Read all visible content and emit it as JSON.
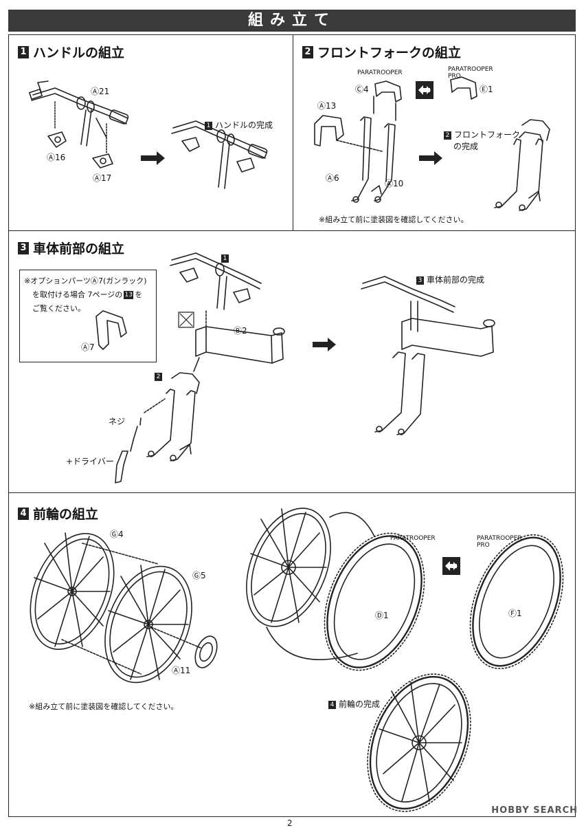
{
  "title": "組み立て",
  "step1": {
    "number": "1",
    "title": "ハンドルの組立",
    "parts": {
      "a21": "Ⓐ21",
      "a16": "Ⓐ16",
      "a17": "Ⓐ17"
    },
    "complete_num": "1",
    "complete_label": "ハンドルの完成"
  },
  "step2": {
    "number": "2",
    "title": "フロントフォークの組立",
    "variant1": "PARATROOPER",
    "variant2_line1": "PARATROOPER",
    "variant2_line2": "PRO",
    "parts": {
      "c4": "Ⓒ4",
      "e1": "Ⓔ1",
      "a13": "Ⓐ13",
      "a6": "Ⓐ6",
      "a10": "Ⓐ10"
    },
    "complete_num": "2",
    "complete_line1": "フロントフォーク",
    "complete_line2": "の完成",
    "note": "※組み立て前に塗装図を確認してください。"
  },
  "step3": {
    "number": "3",
    "title": "車体前部の組立",
    "callout_line1": "※オプションパーツⒶ7(ガンラック)",
    "callout_line2a": "を取付ける場合 7ページの",
    "callout_line2_num": "13",
    "callout_line2b": "を",
    "callout_line3": "ご覧ください。",
    "parts": {
      "a7": "Ⓐ7",
      "b2": "Ⓑ2"
    },
    "ref1": "1",
    "ref2": "2",
    "screw_label": "ネジ",
    "driver_label": "+ドライバー",
    "complete_num": "3",
    "complete_label": "車体前部の完成"
  },
  "step4": {
    "number": "4",
    "title": "前輪の組立",
    "parts": {
      "g4": "Ⓖ4",
      "g5": "Ⓖ5",
      "a11": "Ⓐ11",
      "d1": "Ⓓ1",
      "f1": "Ⓕ1"
    },
    "variant1": "PARATROOPER",
    "variant2_line1": "PARATROOPER",
    "variant2_line2": "PRO",
    "note": "※組み立て前に塗装図を確認してください。",
    "complete_num": "4",
    "complete_label": "前輪の完成"
  },
  "watermark": "HOBBY SEARCH",
  "page_number": "2"
}
